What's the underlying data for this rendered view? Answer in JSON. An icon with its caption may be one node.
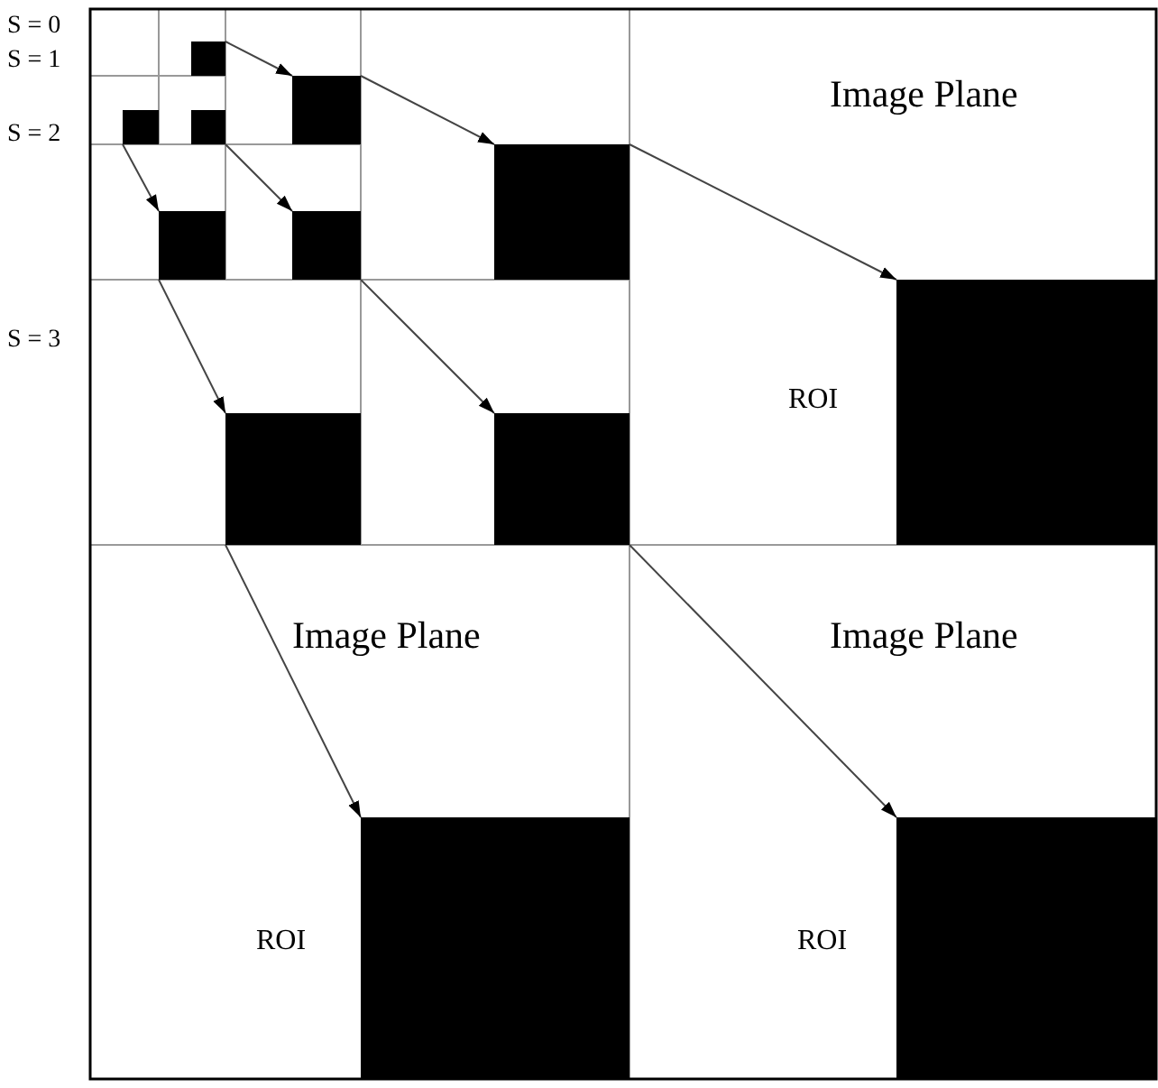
{
  "diagram": {
    "nodes": [
      {
        "text": [],
        "shape": "box"
      },
      {
        "text": [],
        "shape": "box"
      },
      {
        "text": [],
        "shape": "box"
      },
      {
        "text": [],
        "shape": "box"
      },
      {
        "text": [],
        "shape": "box"
      },
      {
        "text": [],
        "shape": "box"
      },
      {
        "text": [],
        "shape": "box"
      },
      {
        "text": [],
        "shape": "box",
        "beside": [
          "ROI"
        ]
      },
      {
        "text": [],
        "shape": "box"
      },
      {
        "text": [],
        "shape": "box"
      },
      {
        "text": [],
        "shape": "box",
        "beside": [
          "ROI"
        ]
      },
      {
        "text": [],
        "shape": "box",
        "beside": [
          "ROI"
        ]
      }
    ],
    "edges": [
      {
        "from": 0,
        "to": 1,
        "arrow": "to"
      },
      {
        "from": 1,
        "to": 4,
        "arrow": "to"
      },
      {
        "from": 4,
        "to": 7,
        "arrow": "to"
      },
      {
        "from": 2,
        "to": 5,
        "arrow": "to"
      },
      {
        "from": 3,
        "to": 6,
        "arrow": "to"
      },
      {
        "from": 5,
        "to": 8,
        "arrow": "to"
      },
      {
        "from": 6,
        "to": 9,
        "arrow": "to"
      },
      {
        "from": 8,
        "to": 10,
        "arrow": "to"
      },
      {
        "from": 9,
        "to": 11,
        "arrow": "to"
      }
    ],
    "labels": [
      "S = 0",
      "S = 1",
      "Image Plane",
      "S = 2",
      "S = 3",
      "Image Plane",
      "Image Plane"
    ]
  }
}
